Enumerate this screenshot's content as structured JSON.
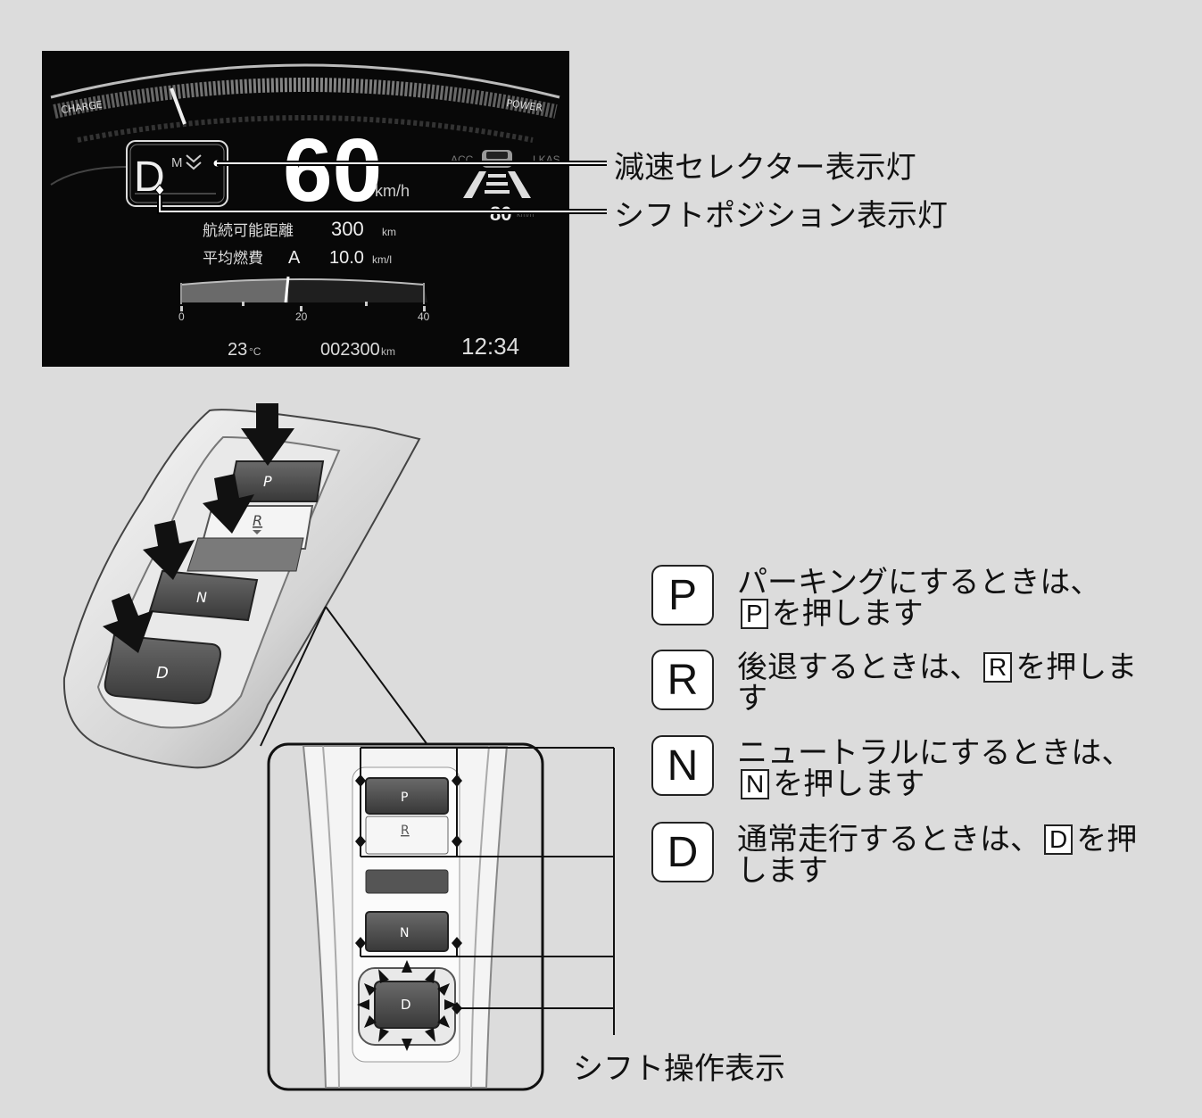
{
  "cluster": {
    "charge_label": "CHARGE",
    "power_label": "POWER",
    "gear": "D",
    "mode": "M",
    "speed": "60",
    "speed_unit": "km/h",
    "acc_label": "ACC",
    "lkas_label": "LKAS",
    "set_speed": "80",
    "set_speed_unit": "km/h",
    "range_label": "航続可能距離",
    "range_value": "300",
    "range_unit": "km",
    "fuel_label": "平均燃費",
    "fuel_trip": "A",
    "fuel_value": "10.0",
    "fuel_unit": "km/l",
    "scale_ticks": [
      "0",
      "20",
      "40"
    ],
    "temperature": "23",
    "temperature_unit": "°C",
    "odometer": "002300",
    "odometer_unit": "km",
    "clock": "12:34"
  },
  "callouts": {
    "decel_selector": "減速セレクター表示灯",
    "shift_position": "シフトポジション表示灯",
    "shift_operation": "シフト操作表示"
  },
  "buttons": {
    "p": "P",
    "r": "R",
    "n": "N",
    "d": "D"
  },
  "legend": [
    {
      "key": "P",
      "before": "パーキングにするときは、",
      "after": "を押します"
    },
    {
      "key": "R",
      "before": "後退するときは、",
      "after": "を押します"
    },
    {
      "key": "N",
      "before": "ニュートラルにするときは、",
      "after": "を押します"
    },
    {
      "key": "D",
      "before": "通常走行するときは、",
      "after": "を押します"
    }
  ]
}
